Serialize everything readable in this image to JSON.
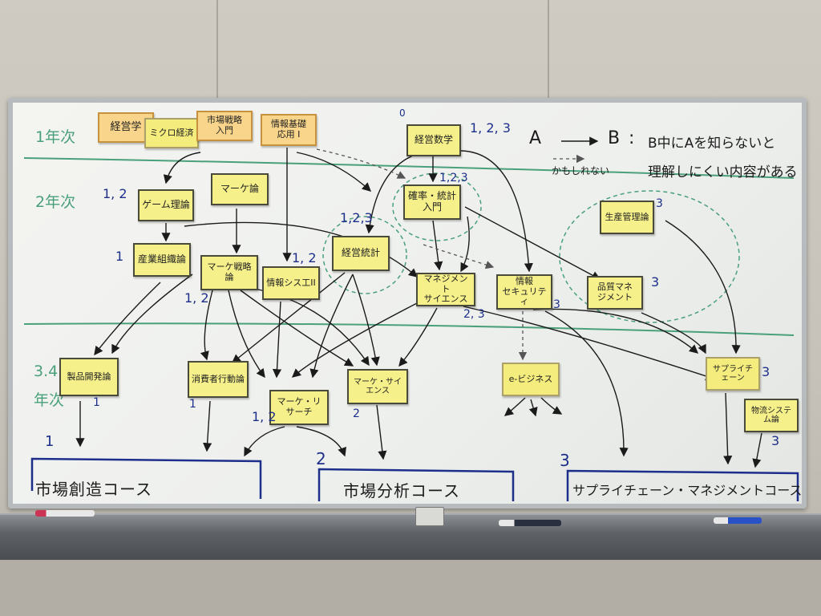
{
  "colors": {
    "note": "#f6f08a",
    "note_orange": "#f8d58a",
    "marker_black": "#1b1b1b",
    "marker_blue": "#1d2f8a",
    "marker_green": "#4aa07a"
  },
  "year_labels": {
    "year1": "1年次",
    "year2": "2年次",
    "year34_a": "3.4",
    "year34_b": "年次"
  },
  "legend": {
    "arrow_a": "A",
    "arrow_b": "B",
    "line1": "B中にAを知らないと",
    "line2": "理解しにくい内容がある",
    "dashed_text": "かもしれない"
  },
  "notes": {
    "keieigaku": "経営学",
    "micro": "ミクロ経済",
    "shijou_senryaku": "市場戦略\n入門",
    "jouhou_kiso": "情報基礎\n応用 I",
    "keiei_suugaku": "経営数学",
    "game_riron": "ゲーム理論",
    "marketing_ron": "マーケ論",
    "kakuritsu_toukei": "確率・統計\n入門",
    "seisan_kanri": "生産管理論",
    "sangyou_soshiki": "産業組織論",
    "marketing_senryaku": "マーケ戦略論",
    "jouhou_system": "情報シス工II",
    "keiei_toukei": "経営統計",
    "management_science": "マネジメント\nサイエンス",
    "jouhou_security": "情報\nセキュリティ",
    "hinshitsu_management": "品質マネ\nジメント",
    "seihin_kaihatsu": "製品開発論",
    "shouhisha_koudou": "消費者行動論",
    "marketing_research": "マーケ・リサーチ",
    "marketing_science": "マーケ・サイエンス",
    "e_business": "e-ビジネス",
    "supply_chain": "サプライチェーン",
    "butsuryu_system": "物流システム論"
  },
  "numbers": {
    "n_top_0": "0",
    "n_top_123": "1, 2, 3",
    "n_game": "1, 2",
    "n_kakuritsu": "1,2,3",
    "n_seisan": "3",
    "n_keiei_toukei": "1,2,3",
    "n_sangyou": "1",
    "n_jouhou_sys": "1, 2",
    "n_hinshitsu": "3",
    "n_mkt_senryaku": "1, 2",
    "n_mgmt_sci": "2, 3",
    "n_security": "3",
    "n_seihin": "1",
    "n_shouhisha": "1",
    "n_research": "1, 2",
    "n_mkt_sci": "2",
    "n_supply": "3",
    "n_butsuryu": "3",
    "n_course1": "1",
    "n_course2": "2",
    "n_course3": "3"
  },
  "courses": {
    "course1": "市場創造コース",
    "course2": "市場分析コース",
    "course3": "サプライチェーン・マネジメントコース"
  }
}
